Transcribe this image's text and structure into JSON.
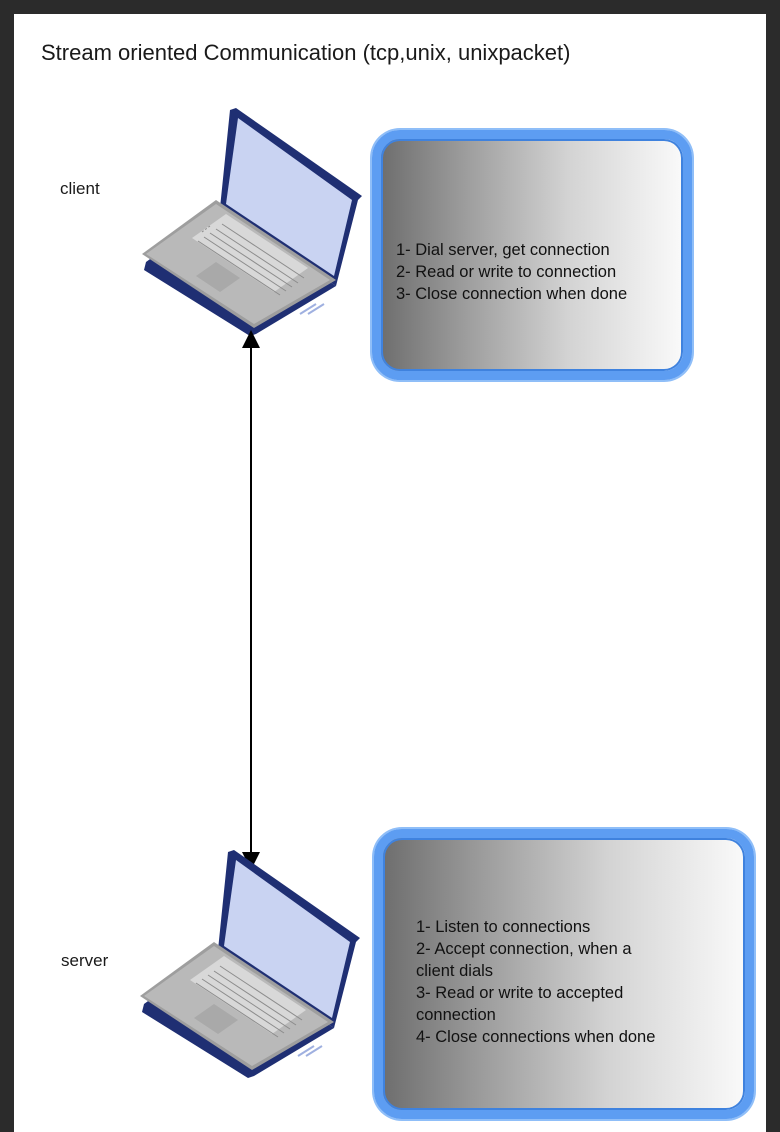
{
  "title": "Stream oriented Communication (tcp,unix, unixpacket)",
  "client": {
    "label": "client",
    "steps": [
      "1- Dial server, get connection",
      "2- Read or write to connection",
      "3- Close connection when done"
    ]
  },
  "server": {
    "label": "server",
    "steps": [
      "1- Listen to connections",
      "2- Accept connection, when a",
      "client dials",
      "3- Read or write to accepted",
      "connection",
      "4- Close connections when done"
    ]
  },
  "colors": {
    "card_border": "#5d9df2",
    "laptop_body": "#1f2f73",
    "laptop_screen": "#c9d3f2",
    "arrow": "#000000"
  },
  "icons": [
    "laptop-icon",
    "bidirectional-arrow"
  ]
}
